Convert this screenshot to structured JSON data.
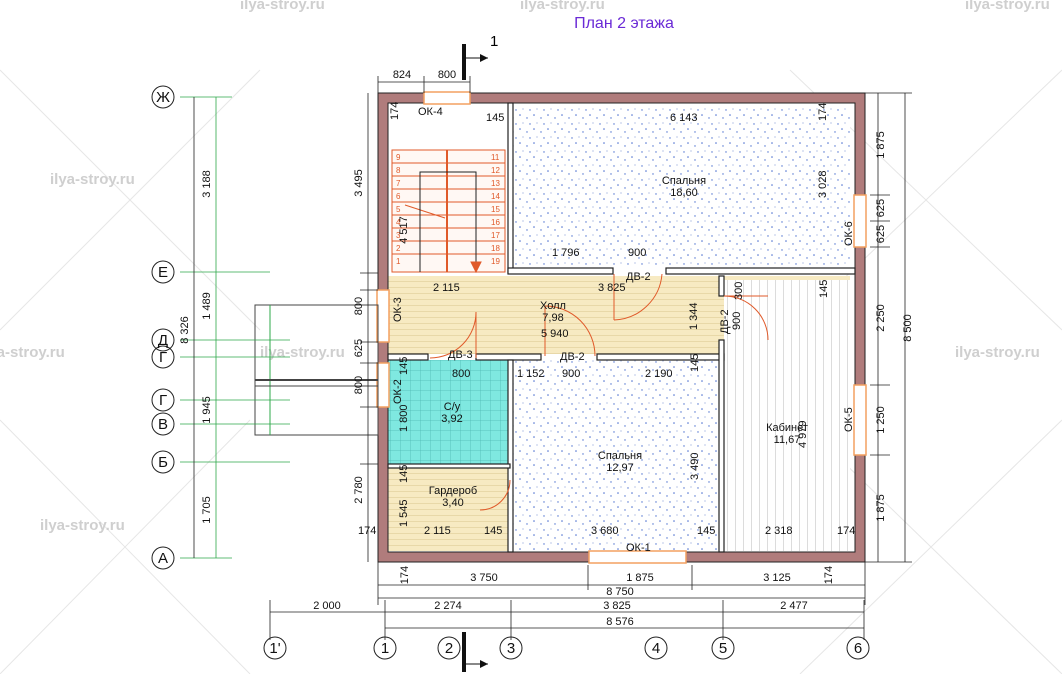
{
  "title": "План 2 этажа",
  "watermark": "ilya-stroy.ru",
  "colors": {
    "wall": "#b07c7c",
    "wall_border": "#222222",
    "wood": "#f7eac2",
    "wood_line": "#e8d8a8",
    "tile": "#7fe8e0",
    "dimension_line": "#222222",
    "axis_line": "#2ea84a",
    "stair": "#e05a2a",
    "title": "#6a2ad6",
    "window": "#f3a060"
  },
  "section_mark": "1",
  "axes": {
    "rows": [
      "Ж",
      "Е",
      "Д",
      "Г",
      "Г",
      "В",
      "Б",
      "А"
    ],
    "cols": [
      "1'",
      "1",
      "2",
      "3",
      "4",
      "5",
      "6"
    ]
  },
  "rooms": [
    {
      "name": "Спальня",
      "area": "18,60"
    },
    {
      "name": "Холл",
      "area": "7,98"
    },
    {
      "name": "С/у",
      "area": "3,92"
    },
    {
      "name": "Спальня",
      "area": "12,97"
    },
    {
      "name": "Кабинет",
      "area": "11,67"
    },
    {
      "name": "Гардероб",
      "area": "3,40"
    }
  ],
  "openings": {
    "windows": [
      "ОК-4",
      "ОК-6",
      "ОК-3",
      "ОК-2",
      "ОК-5",
      "ОК-1"
    ],
    "doors": [
      "ДВ-2",
      "ДВ-2",
      "ДВ-3",
      "ДВ-2"
    ]
  },
  "stair": {
    "left_steps": [
      "9",
      "8",
      "7",
      "6",
      "5",
      "4",
      "3",
      "2",
      "1"
    ],
    "right_steps": [
      "11",
      "12",
      "13",
      "14",
      "15",
      "16",
      "17",
      "18",
      "19"
    ],
    "length": "4 517"
  },
  "dims": {
    "top": [
      "824",
      "800"
    ],
    "bottom_overall": [
      "174",
      "3 750",
      "1 875",
      "3 125",
      "174"
    ],
    "total_width": "8 750",
    "axes_spans": [
      "2 000",
      "2 274",
      "3 825",
      "2 477"
    ],
    "axes_total": "8 576",
    "right_outer": [
      "1 875",
      "625",
      "625",
      "2 250",
      "1 250",
      "1 875"
    ],
    "right_total": "8 500",
    "left_axes": [
      "3 188",
      "1 489",
      "1 945",
      "1 705"
    ],
    "left_total": "8 326",
    "left_near_df": "625",
    "left_inner": [
      "3 495",
      "800",
      "800",
      "2 780"
    ],
    "interior": [
      "174",
      "145",
      "6 143",
      "174",
      "3 028",
      "1 796",
      "900",
      "2 115",
      "3 825",
      "300",
      "145",
      "1 344",
      "900",
      "5 940",
      "800",
      "1 152",
      "900",
      "2 190",
      "145",
      "145",
      "1 800",
      "3 490",
      "4 979",
      "145",
      "1 545",
      "174",
      "2 115",
      "145",
      "3 680",
      "145",
      "2 318",
      "174"
    ]
  }
}
